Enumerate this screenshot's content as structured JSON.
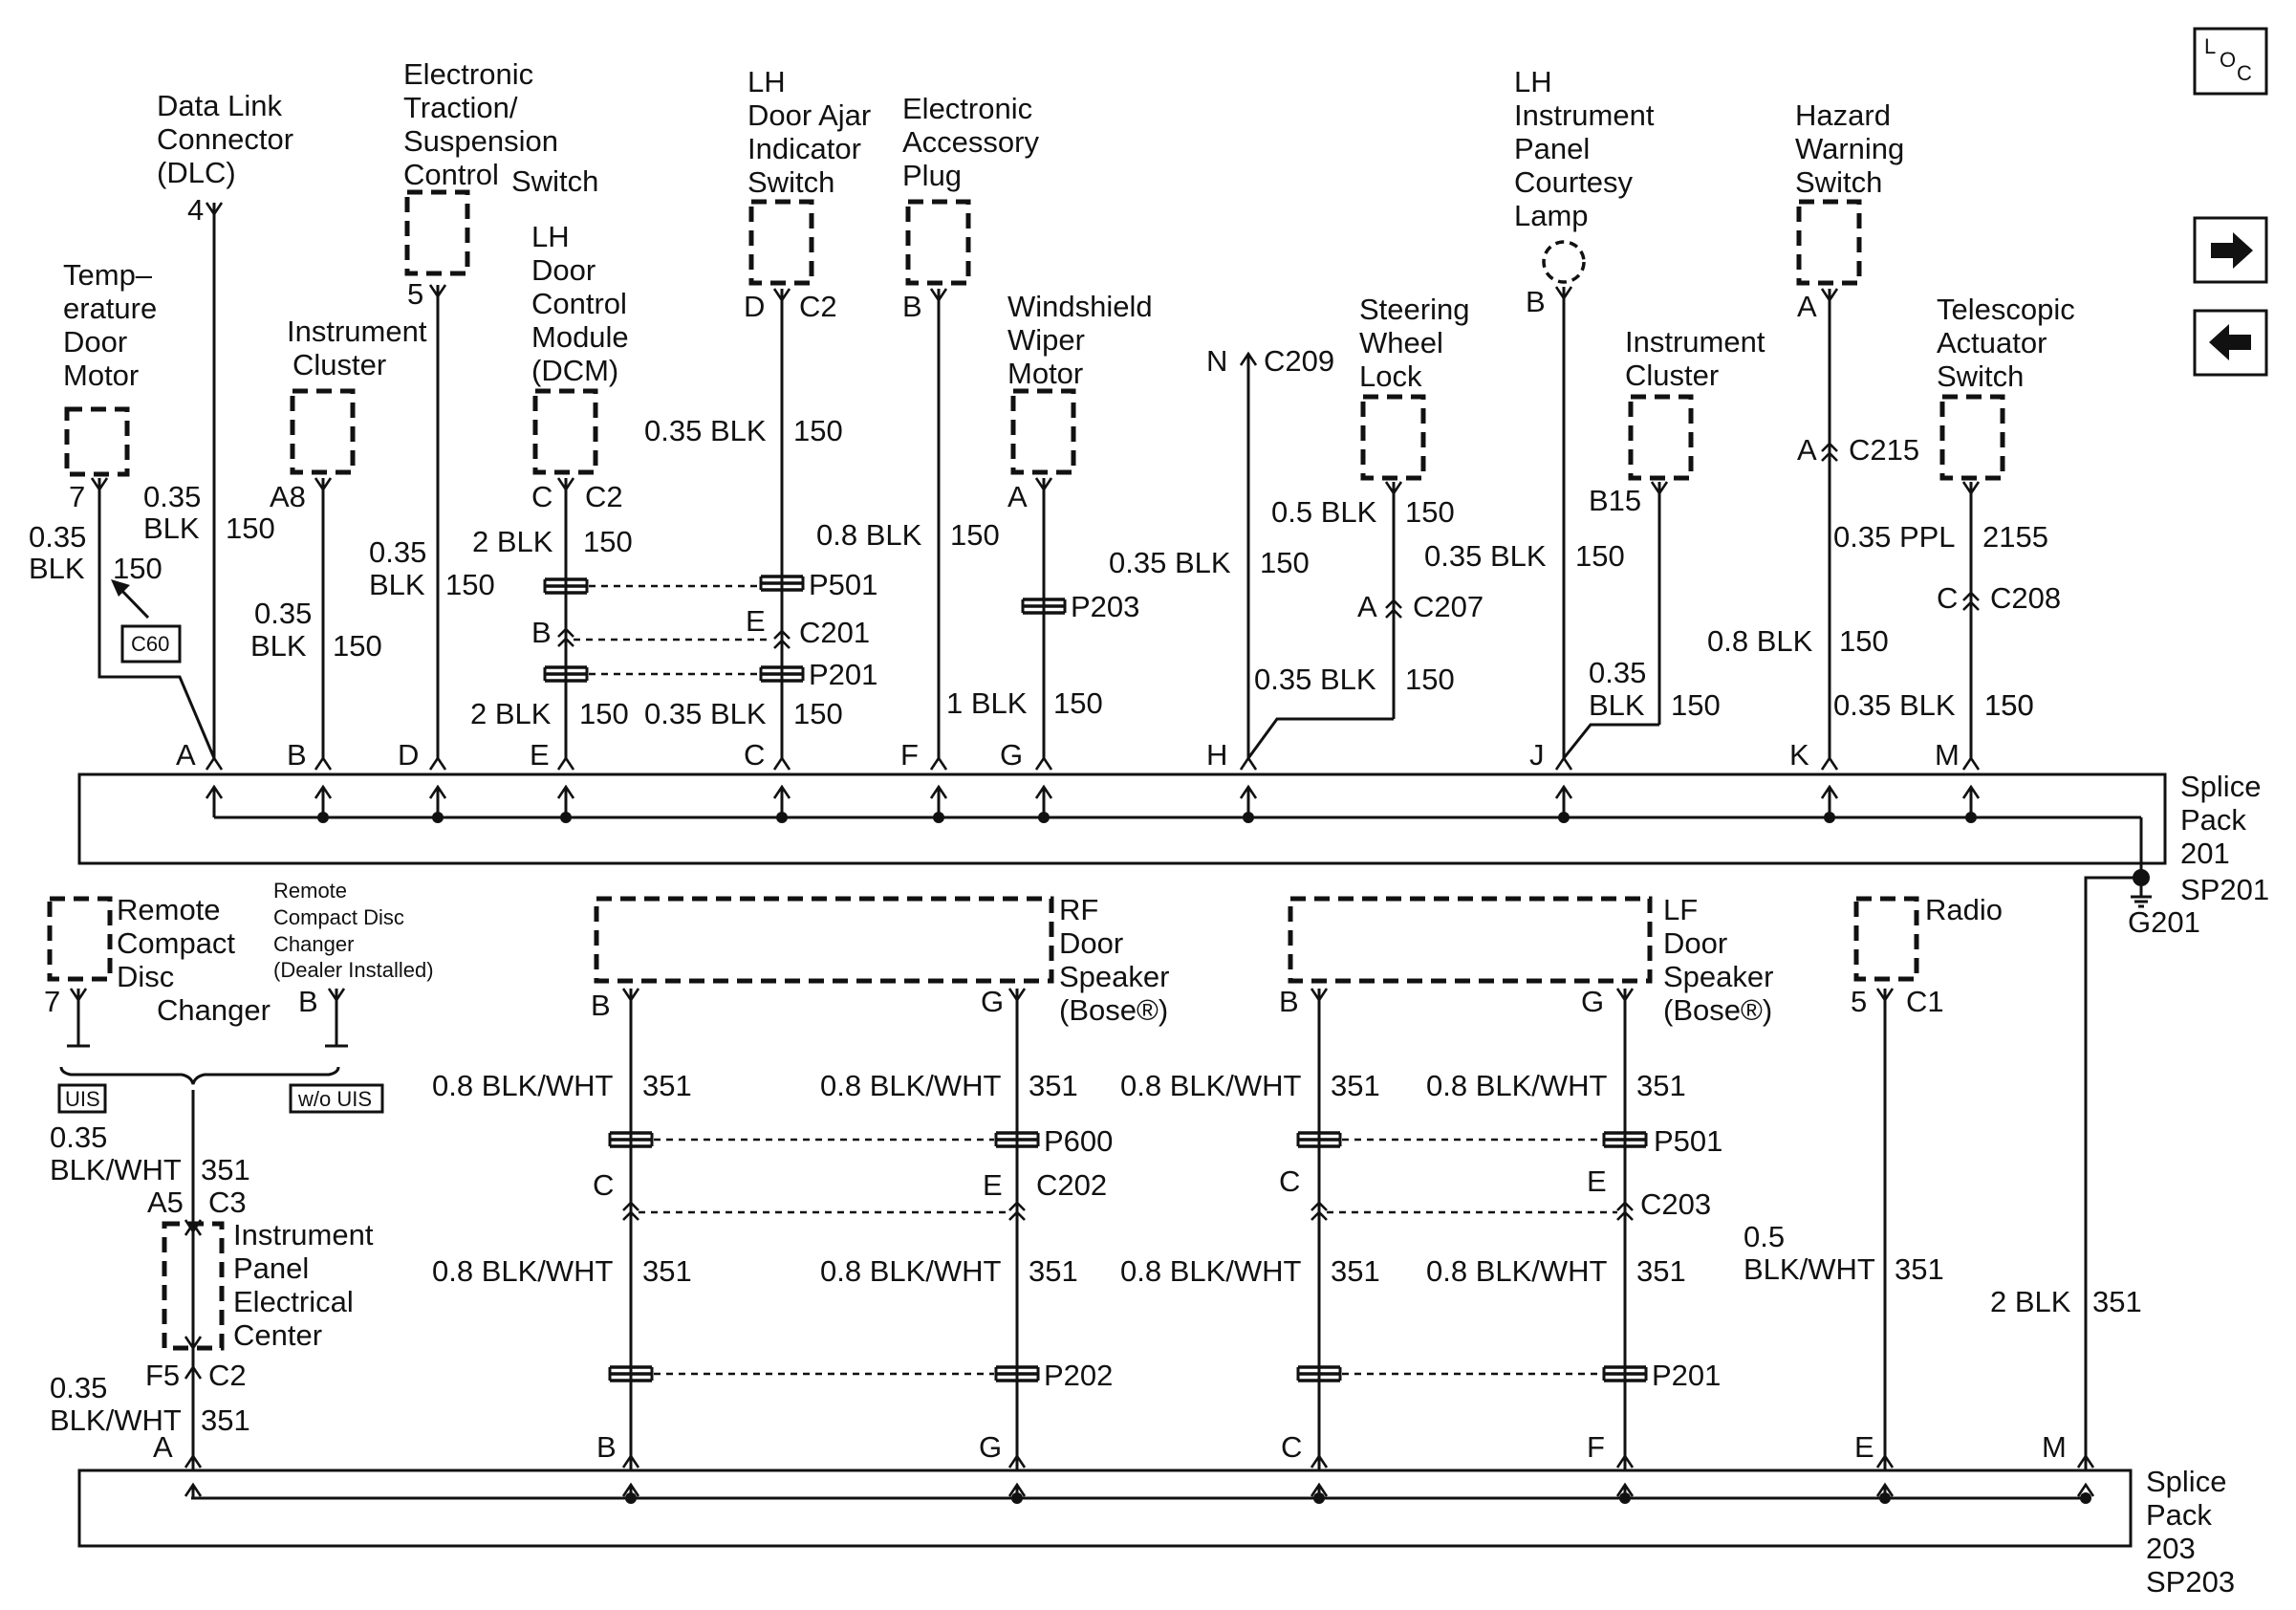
{
  "nav": {
    "loc": [
      "L",
      "O",
      "C"
    ],
    "forward_icon": "arrow-right-icon",
    "back_icon": "arrow-left-icon"
  },
  "splice_packs": {
    "sp201": [
      "Splice",
      "Pack",
      "201",
      "SP201"
    ],
    "sp203": [
      "Splice",
      "Pack",
      "203",
      "SP203"
    ],
    "ground": "G201"
  },
  "top": {
    "temp_door_motor": {
      "name": [
        "Temp–",
        "erature",
        "Door",
        "Motor"
      ],
      "pin": "7",
      "wire": [
        "0.35",
        "BLK",
        "150"
      ],
      "wire2": [
        "0.35",
        "BLK",
        "150"
      ],
      "c60": "C60",
      "sp_pin": "A"
    },
    "dlc": {
      "name": [
        "Data Link",
        "Connector",
        "(DLC)"
      ],
      "pin": "4"
    },
    "ic1": {
      "name": [
        "Instrument",
        "Cluster"
      ],
      "pin": "A8",
      "wire": [
        "0.35",
        "BLK",
        "150"
      ],
      "sp_pin": "B"
    },
    "etsc": {
      "name": [
        "Electronic",
        "Traction/",
        "Suspension",
        "Control",
        "Switch"
      ],
      "pin": "5",
      "wire": [
        "0.35",
        "BLK",
        "150"
      ],
      "sp_pin": "D"
    },
    "dcm": {
      "name": [
        "LH",
        "Door",
        "Control",
        "Module",
        "(DCM)"
      ],
      "pin_c": "C",
      "pin_c2": "C2",
      "wire1": [
        "2 BLK",
        "150"
      ],
      "conn_b": "B",
      "wire2": [
        "2 BLK",
        "150"
      ],
      "sp_pin": "E"
    },
    "door_ajar": {
      "name": [
        "LH",
        "Door  Ajar",
        "Indicator",
        "Switch"
      ],
      "pin": "D",
      "pin_conn": "C2",
      "wire1": [
        "0.35 BLK",
        "150"
      ],
      "p501": "P501",
      "conn_e": "E",
      "c201": "C201",
      "p201": "P201",
      "wire2": [
        "0.35 BLK",
        "150"
      ],
      "sp_pin": "C"
    },
    "eap": {
      "name": [
        "Electronic",
        "Accessory",
        "Plug"
      ],
      "pin": "B",
      "wire1": [
        "0.8 BLK",
        "150"
      ],
      "wire2": [
        "1 BLK",
        "150"
      ],
      "sp_pin": "F"
    },
    "wiper": {
      "name": [
        "Windshield",
        "Wiper",
        "Motor"
      ],
      "pin": "A",
      "p203": "P203",
      "sp_pin": "G"
    },
    "c209": {
      "pin": "N",
      "conn": "C209",
      "wire": [
        "0.35 BLK",
        "150"
      ],
      "sp_pin": "H"
    },
    "steering": {
      "name": [
        "Steering",
        "Wheel",
        "Lock"
      ],
      "wire1": [
        "0.5 BLK",
        "150"
      ],
      "pin": "A",
      "conn": "C207",
      "wire2": [
        "0.35 BLK",
        "150"
      ]
    },
    "courtesy": {
      "name": [
        "LH",
        "Instrument",
        "Panel",
        "Courtesy",
        "Lamp"
      ],
      "pin": "B",
      "wire": [
        "0.35 BLK",
        "150"
      ],
      "sp_pin": "J"
    },
    "ic2": {
      "name": [
        "Instrument",
        "Cluster"
      ],
      "pin": "B15",
      "wire": [
        "0.35",
        "BLK",
        "150"
      ]
    },
    "hazard": {
      "name": [
        "Hazard",
        "Warning",
        "Switch"
      ],
      "pin": "A",
      "pin2": "A",
      "c215": "C215",
      "wire1": [
        "0.35 PPL",
        "2155"
      ],
      "wire2": [
        "0.8 BLK",
        "150"
      ],
      "wire3": [
        "0.35 BLK",
        "150"
      ],
      "sp_pin": "K"
    },
    "telescopic": {
      "name": [
        "Telescopic",
        "Actuator",
        "Switch"
      ],
      "pin": "C",
      "conn": "C208",
      "wire": [
        "0.35 BLK",
        "150"
      ],
      "sp_pin": "M"
    }
  },
  "bottom": {
    "rcdc": {
      "name": [
        "Remote",
        "Compact",
        "Disc",
        "Changer"
      ],
      "pin": "7",
      "dealer": [
        "Remote",
        "Compact Disc",
        "Changer",
        "(Dealer Installed)"
      ],
      "dealer_pin": "B",
      "uis": "UIS",
      "wo_uis": "w/o UIS",
      "wire1": [
        "0.35",
        "BLK/WHT",
        "351"
      ],
      "ipec_pin_a5": "A5",
      "ipec_c3": "C3",
      "ipec_name": [
        "Instrument",
        "Panel",
        "Electrical",
        "Center"
      ],
      "ipec_pin_f5": "F5",
      "ipec_c2": "C2",
      "wire2": [
        "0.35",
        "BLK/WHT",
        "351"
      ],
      "sp_pin": "A"
    },
    "rf": {
      "name": [
        "RF",
        "Door",
        "Speaker",
        "(Bose®)"
      ],
      "pin_b": "B",
      "pin_g": "G",
      "wire_b1": [
        "0.8 BLK/WHT",
        "351"
      ],
      "wire_g1": [
        "0.8 BLK/WHT",
        "351"
      ],
      "p600": "P600",
      "conn_c": "C",
      "conn_e": "E",
      "c202": "C202",
      "wire_b2": [
        "0.8 BLK/WHT",
        "351"
      ],
      "wire_g2": [
        "0.8 BLK/WHT",
        "351"
      ],
      "p202": "P202",
      "sp_b": "B",
      "sp_g": "G"
    },
    "lf": {
      "name": [
        "LF",
        "Door",
        "Speaker",
        "(Bose®)"
      ],
      "pin_b": "B",
      "pin_g": "G",
      "wire_b1": [
        "0.8 BLK/WHT",
        "351"
      ],
      "wire_g1": [
        "0.8 BLK/WHT",
        "351"
      ],
      "p501": "P501",
      "conn_c": "C",
      "conn_e": "E",
      "c203": "C203",
      "wire_b2": [
        "0.8 BLK/WHT",
        "351"
      ],
      "wire_g2": [
        "0.8 BLK/WHT",
        "351"
      ],
      "p201": "P201",
      "sp_c": "C",
      "sp_f": "F"
    },
    "radio": {
      "name": "Radio",
      "pin": "5",
      "conn": "C1",
      "wire": [
        "0.5",
        "BLK/WHT",
        "351"
      ],
      "sp_pin": "E"
    },
    "ground_wire": {
      "wire": [
        "2 BLK",
        "351"
      ],
      "sp_pin": "M"
    }
  }
}
